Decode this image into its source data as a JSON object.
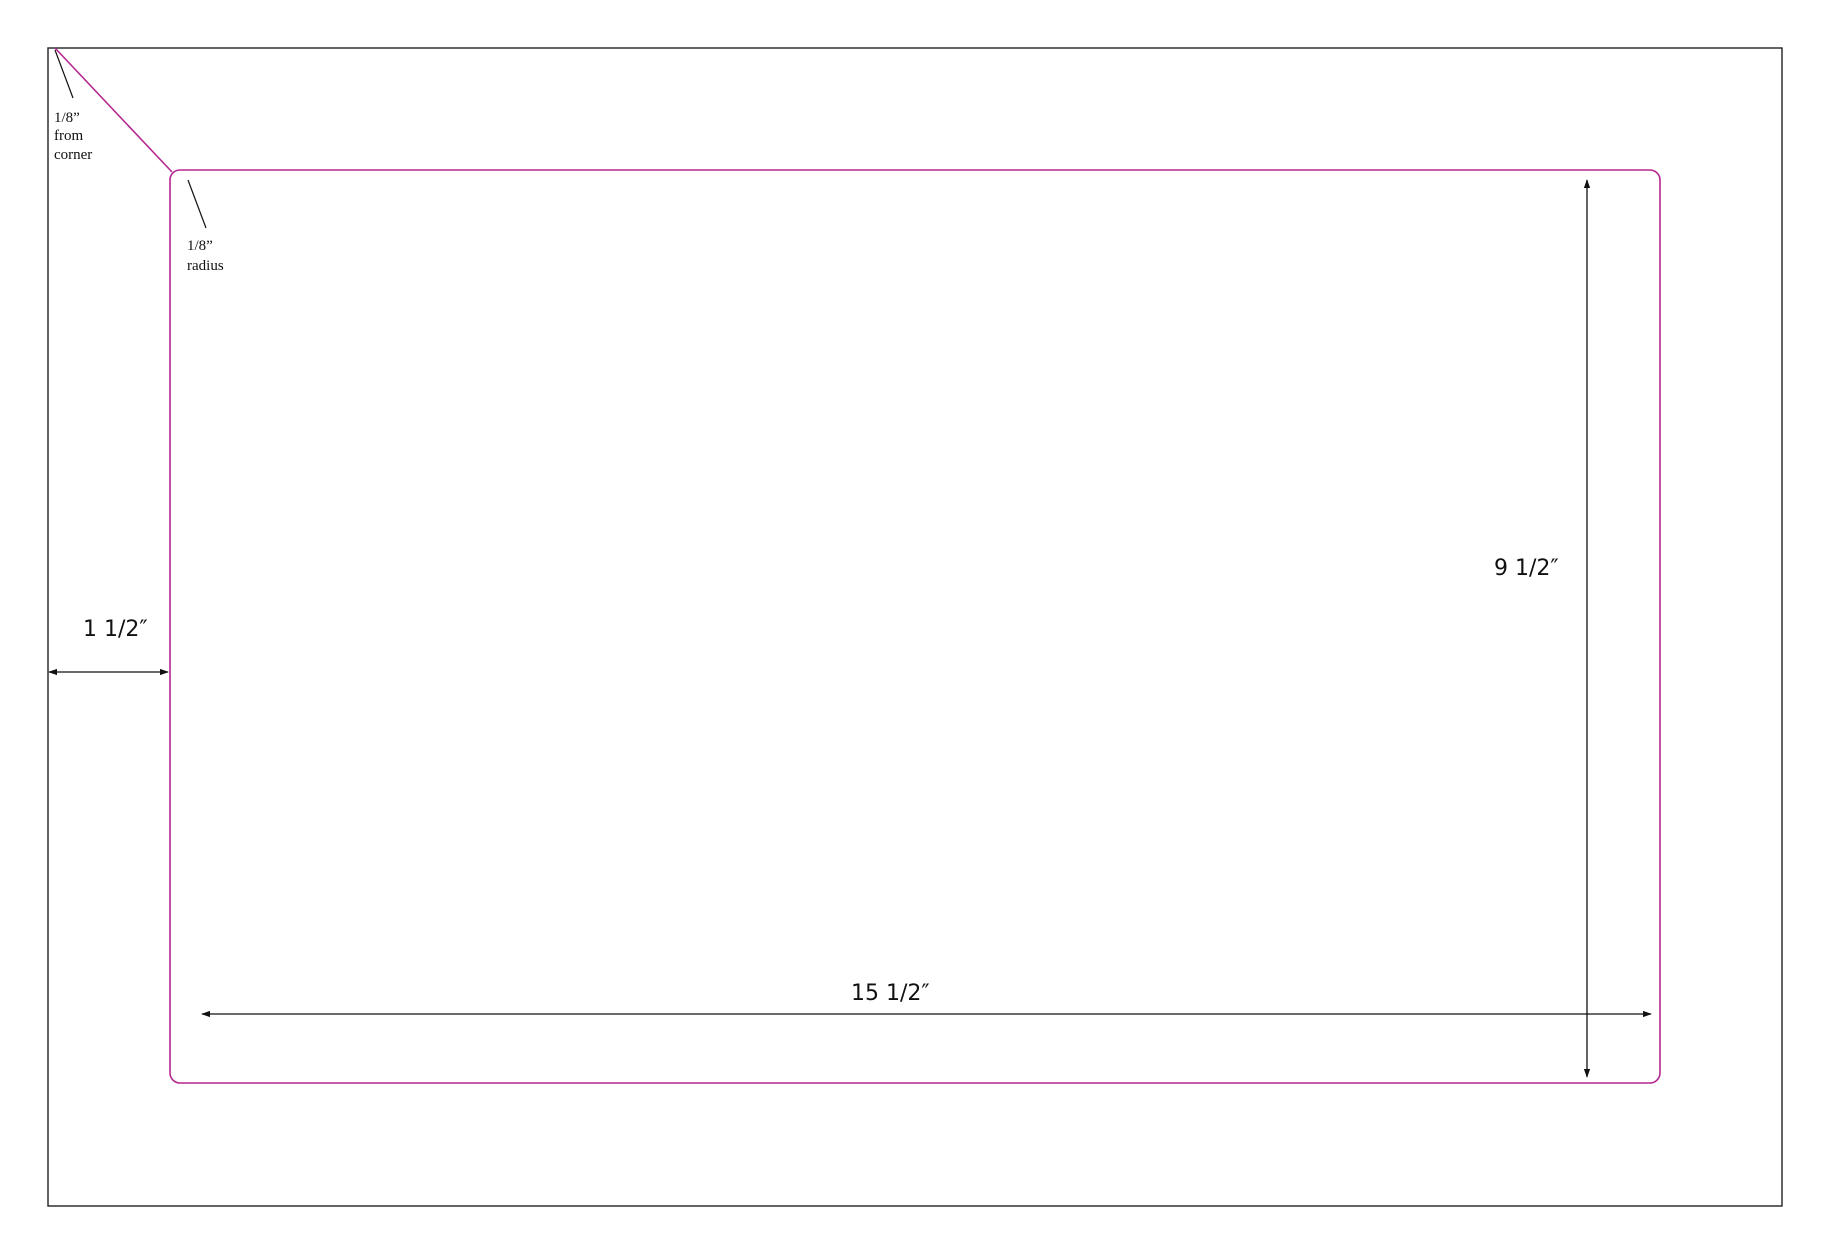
{
  "labels": {
    "corner_line1": "1/8”",
    "corner_line2": "from",
    "corner_line3": "corner",
    "radius_line1": "1/8”",
    "radius_line2": "radius",
    "left_margin": "1 1/2″",
    "height_dim": "9 1/2″",
    "width_dim": "15 1/2″"
  },
  "colors": {
    "outer_border": "#222222",
    "trim_outline": "#b5268f",
    "dimension_lines": "#111111"
  }
}
